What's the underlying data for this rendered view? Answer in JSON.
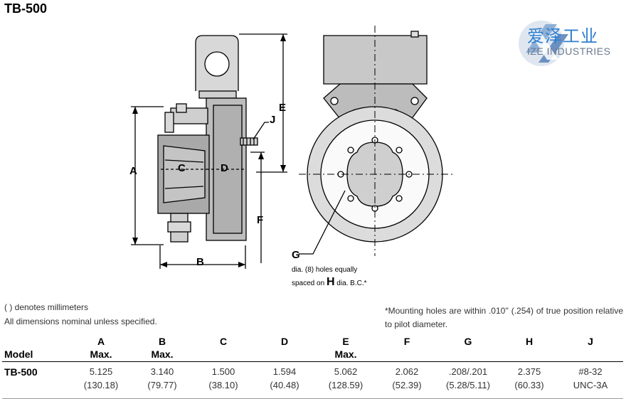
{
  "title": "TB-500",
  "logo": {
    "cn": "爱泽工业",
    "en": "IZE INDUSTRIES",
    "color": "#2f7fd0"
  },
  "dimension_labels": {
    "A": "A",
    "B": "B",
    "C": "C",
    "D": "D",
    "E": "E",
    "F": "F",
    "G": "G",
    "J": "J"
  },
  "g_note": {
    "line1": "dia. (8) holes equally",
    "line2_pre": "spaced on",
    "line2_h": "H",
    "line2_post": "dia. B.C.*"
  },
  "notes": {
    "left1": "( ) denotes millimeters",
    "left2": "All dimensions nominal unless specified.",
    "right": "*Mounting holes are within .010'' (.254) of true position relative to pilot diameter."
  },
  "table": {
    "model_header": "Model",
    "columns": [
      {
        "letter": "A",
        "sub": "Max."
      },
      {
        "letter": "B",
        "sub": "Max."
      },
      {
        "letter": "C",
        "sub": ""
      },
      {
        "letter": "D",
        "sub": ""
      },
      {
        "letter": "E",
        "sub": "Max."
      },
      {
        "letter": "F",
        "sub": ""
      },
      {
        "letter": "G",
        "sub": ""
      },
      {
        "letter": "H",
        "sub": ""
      },
      {
        "letter": "J",
        "sub": ""
      }
    ],
    "row": {
      "model": "TB-500",
      "values": [
        {
          "in": "5.125",
          "mm": "(130.18)"
        },
        {
          "in": "3.140",
          "mm": "(79.77)"
        },
        {
          "in": "1.500",
          "mm": "(38.10)"
        },
        {
          "in": "1.594",
          "mm": "(40.48)"
        },
        {
          "in": "5.062",
          "mm": "(128.59)"
        },
        {
          "in": "2.062",
          "mm": "(52.39)"
        },
        {
          "in": ".208/.201",
          "mm": "(5.28/5.11)"
        },
        {
          "in": "2.375",
          "mm": "(60.33)"
        },
        {
          "in": "#8-32",
          "mm": "UNC-3A"
        }
      ]
    }
  }
}
